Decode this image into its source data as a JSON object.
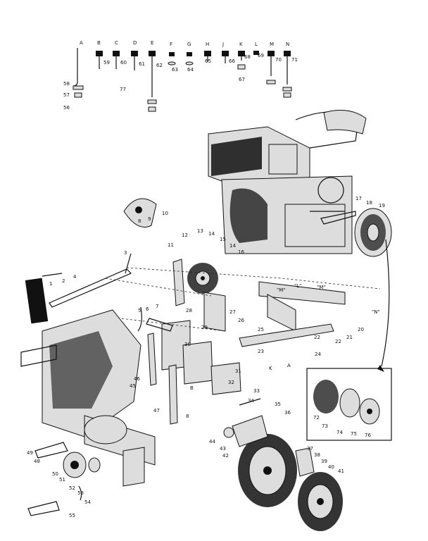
{
  "hardware_letters": [
    "A",
    "B",
    "C",
    "D",
    "E",
    "F",
    "G",
    "H",
    "J",
    "K",
    "L",
    "M",
    "N"
  ],
  "callouts": {
    "n58": "58",
    "n57": "57",
    "n56": "56",
    "n59": "59",
    "n60": "60",
    "n61": "61",
    "n62": "62",
    "n77": "77",
    "n63": "63",
    "n64": "64",
    "n65": "65",
    "n66": "66",
    "n68": "68",
    "n67": "67",
    "n69": "69",
    "n70": "70",
    "n71": "71",
    "n17": "17",
    "n18": "18",
    "n19": "19",
    "n16": "16",
    "n9": "9",
    "n11": "11",
    "n12": "12",
    "n13": "13",
    "n14a": "14",
    "n14b": "14",
    "n15": "15",
    "n10": "10",
    "n3": "3",
    "n2": "2",
    "n1": "1",
    "n4": "4",
    "n7": "7",
    "n5": "5",
    "n6": "6",
    "n28": "28",
    "n26": "26",
    "n27": "27",
    "n29": "29",
    "n25": "25",
    "n24": "24",
    "n22a": "22",
    "n22b": "22",
    "n21": "21",
    "n20": "20",
    "n23": "23",
    "n30": "30",
    "n31": "31",
    "n32": "32",
    "n33": "33",
    "n34": "34",
    "n35": "35",
    "n36": "36",
    "n37": "37",
    "n38": "38",
    "n39": "39",
    "n40": "40",
    "n41": "41",
    "n42": "42",
    "n43": "43",
    "n44": "44",
    "n45": "45",
    "n46": "46",
    "n47": "47",
    "n48": "48",
    "n49": "49",
    "n50": "50",
    "n51": "51",
    "n52": "52",
    "n53": "53",
    "n54": "54",
    "n55": "55",
    "n8a": "8",
    "n8b": "8",
    "n72": "72",
    "n73": "73",
    "n74": "74",
    "n75": "75",
    "n76": "76",
    "nA": "A",
    "nB": "B",
    "nK": "K",
    "nM": "\"M\"",
    "nL": "\"L\"",
    "nM2": "\"M\"",
    "nN": "\"N\""
  }
}
